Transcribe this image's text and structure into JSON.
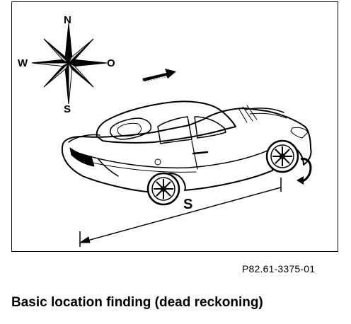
{
  "compass": {
    "north": "N",
    "south": "S",
    "west": "W",
    "east": "O"
  },
  "distance_label": "S",
  "figure_id": "P82.61-3375-01",
  "caption": "Basic location finding (dead reckoning)",
  "icons": [
    "compass-rose-icon",
    "direction-arrow-icon",
    "car-illustration",
    "wheel-rotation-arrow-icon",
    "distance-arrow-icon"
  ]
}
